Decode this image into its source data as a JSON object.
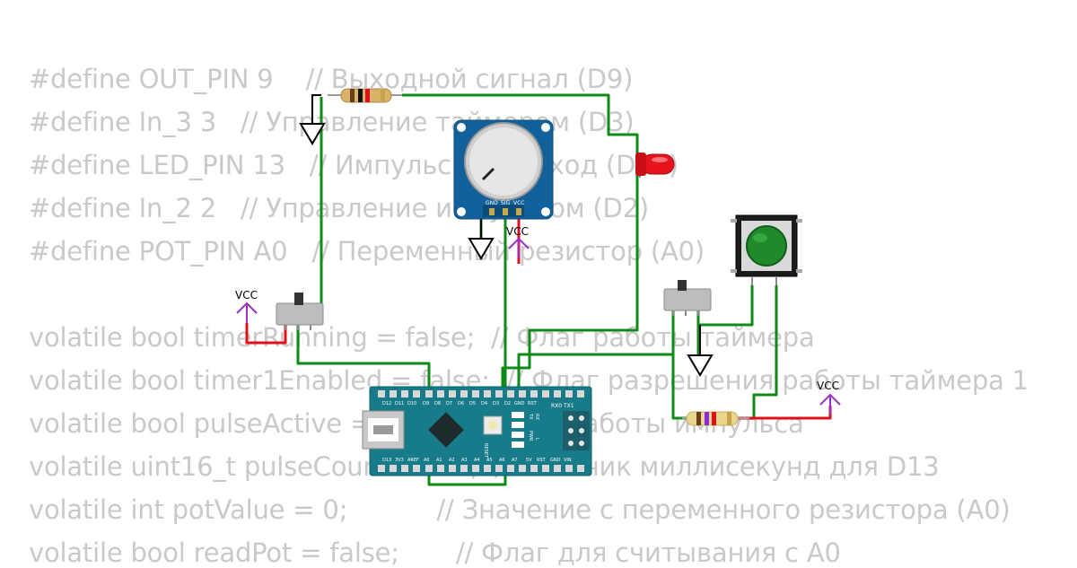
{
  "code": {
    "lines": [
      "#define OUT_PIN 9    // Выходной сигнал (D9)",
      "#define In_3 3   // Управление таймером (D3)",
      "#define LED_PIN 13   // Импульсный выход (D13)",
      "#define In_2 2   // Управление импульсом (D2)",
      "#define POT_PIN A0   // Переменный резистор (A0)",
      "",
      "volatile bool timerRunning = false;  // Флаг работы таймера",
      "volatile bool timer1Enabled = false;  // Флаг разрешения работы таймера 1",
      "volatile bool pulseActive = false;  // Флаг работы импульса",
      "volatile uint16_t pulseCounter = 0;  // Счетчик миллисекунд для D13",
      "volatile int potValue = 0;           // Значение с переменного резистора (A0)",
      "volatile bool readPot = false;       // Флаг для считывания с A0"
    ]
  },
  "labels": {
    "vcc_left": "VCC",
    "vcc_pot": "VCC",
    "vcc_right": "VCC"
  },
  "potentiometer": {
    "pin_gnd": "GND",
    "pin_sig": "SIG",
    "pin_vcc": "VCC"
  },
  "arduino": {
    "top_pins": [
      "D12",
      "D11",
      "D10",
      "D9",
      "D8",
      "D7",
      "D6",
      "D5",
      "D4",
      "D3",
      "D2",
      "GND",
      "RST"
    ],
    "bottom_pins": [
      "D13",
      "3V3",
      "AREF",
      "A0",
      "A1",
      "A2",
      "A3",
      "A4",
      "A5",
      "A6",
      "A7",
      "5V",
      "RST",
      "GND",
      "VIN"
    ],
    "led_labels": [
      "TX",
      "RX",
      "PWR",
      "L"
    ],
    "header_label": "RX0 TX1",
    "reset_label": "RESET"
  },
  "colors": {
    "wire_green": "#0e8a16",
    "wire_red": "#e0101a",
    "vcc_purple": "#9b30c8",
    "board_teal": "#177b8a",
    "pot_blue": "#12619a",
    "led_red": "#e8141d",
    "button_green": "#1f8a2a"
  }
}
